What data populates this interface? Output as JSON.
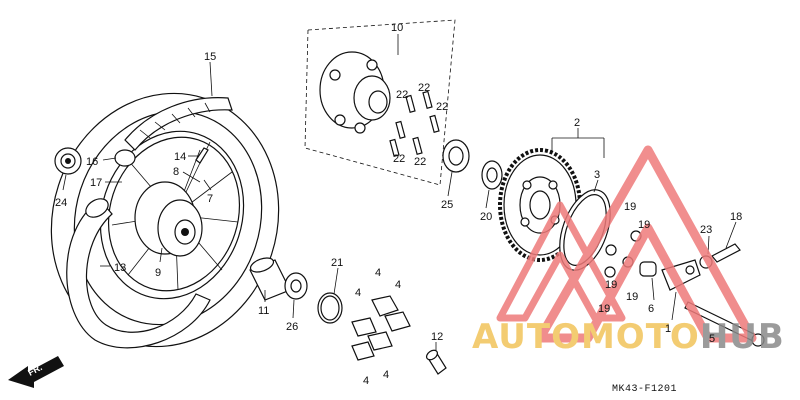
{
  "diagram": {
    "code": "MK43-F1201",
    "direction_label": "FR.",
    "callouts": [
      {
        "id": "c15",
        "text": "15"
      },
      {
        "id": "c16",
        "text": "16"
      },
      {
        "id": "c17",
        "text": "17"
      },
      {
        "id": "c24",
        "text": "24"
      },
      {
        "id": "c14",
        "text": "14"
      },
      {
        "id": "c8",
        "text": "8"
      },
      {
        "id": "c7",
        "text": "7"
      },
      {
        "id": "c9",
        "text": "9"
      },
      {
        "id": "c13",
        "text": "13"
      },
      {
        "id": "c10",
        "text": "10"
      },
      {
        "id": "c22a",
        "text": "22"
      },
      {
        "id": "c22b",
        "text": "22"
      },
      {
        "id": "c22c",
        "text": "22"
      },
      {
        "id": "c22d",
        "text": "22"
      },
      {
        "id": "c22e",
        "text": "22"
      },
      {
        "id": "c25",
        "text": "25"
      },
      {
        "id": "c20",
        "text": "20"
      },
      {
        "id": "c2",
        "text": "2"
      },
      {
        "id": "c3",
        "text": "3"
      },
      {
        "id": "c19a",
        "text": "19"
      },
      {
        "id": "c19b",
        "text": "19"
      },
      {
        "id": "c19c",
        "text": "19"
      },
      {
        "id": "c19d",
        "text": "19"
      },
      {
        "id": "c19e",
        "text": "19"
      },
      {
        "id": "c6",
        "text": "6"
      },
      {
        "id": "c1",
        "text": "1"
      },
      {
        "id": "c23",
        "text": "23"
      },
      {
        "id": "c18",
        "text": "18"
      },
      {
        "id": "c5",
        "text": "5"
      },
      {
        "id": "c21",
        "text": "21"
      },
      {
        "id": "c11",
        "text": "11"
      },
      {
        "id": "c26",
        "text": "26"
      },
      {
        "id": "c4a",
        "text": "4"
      },
      {
        "id": "c4b",
        "text": "4"
      },
      {
        "id": "c4c",
        "text": "4"
      },
      {
        "id": "c4d",
        "text": "4"
      },
      {
        "id": "c4e",
        "text": "4"
      },
      {
        "id": "c12",
        "text": "12"
      }
    ]
  },
  "watermark": {
    "part1": "AUTOMOTO",
    "part2": "HUB",
    "color_gold": "#f2c45a",
    "color_red": "#ee7a7a",
    "color_dark": "#8a8a8a"
  }
}
